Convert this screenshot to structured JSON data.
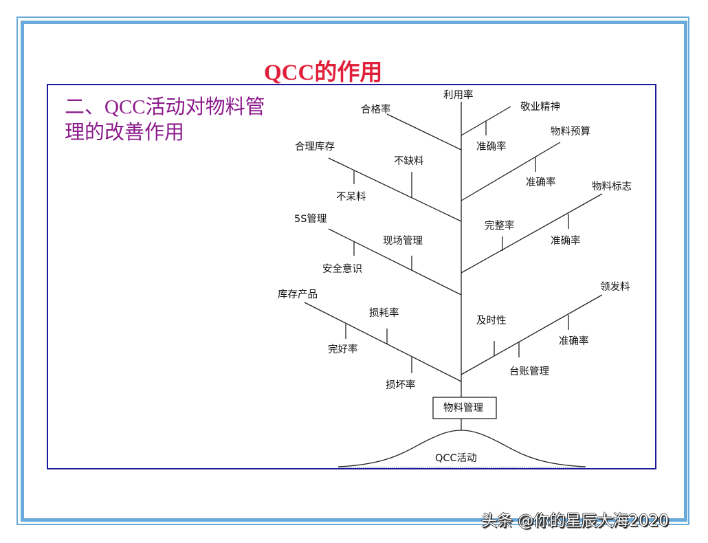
{
  "slide": {
    "title": "QCC的作用",
    "subtitle_line1": "二、QCC活动对物料管",
    "subtitle_line2": "理的改善作用",
    "colors": {
      "title": "#e0203a",
      "subtitle": "#8b1a8b",
      "frame": "#6aaadb",
      "box_border": "#1a1a9a"
    }
  },
  "diagram": {
    "trunk_top_label": "利用率",
    "root_box_label": "物料管理",
    "base_label": "QCC活动",
    "left_branches": [
      {
        "label": "合格率",
        "sub": []
      },
      {
        "label": "合理库存",
        "sub": [
          "不呆料",
          "不缺料"
        ]
      },
      {
        "label": "5S管理",
        "sub": [
          "安全意识",
          "现场管理"
        ]
      },
      {
        "label": "库存产品",
        "sub": [
          "完好率",
          "损耗率",
          "损坏率"
        ]
      }
    ],
    "right_branches": [
      {
        "label": "敬业精神",
        "sub": [
          "准确率"
        ]
      },
      {
        "label": "物料预算",
        "sub": [
          "准确率"
        ]
      },
      {
        "label": "物料标志",
        "sub": [
          "完整率",
          "准确率"
        ]
      },
      {
        "label": "领发料",
        "sub": [
          "及时性",
          "台账管理",
          "准确率"
        ]
      }
    ]
  },
  "watermark": "头条 @你的星辰大海2020"
}
